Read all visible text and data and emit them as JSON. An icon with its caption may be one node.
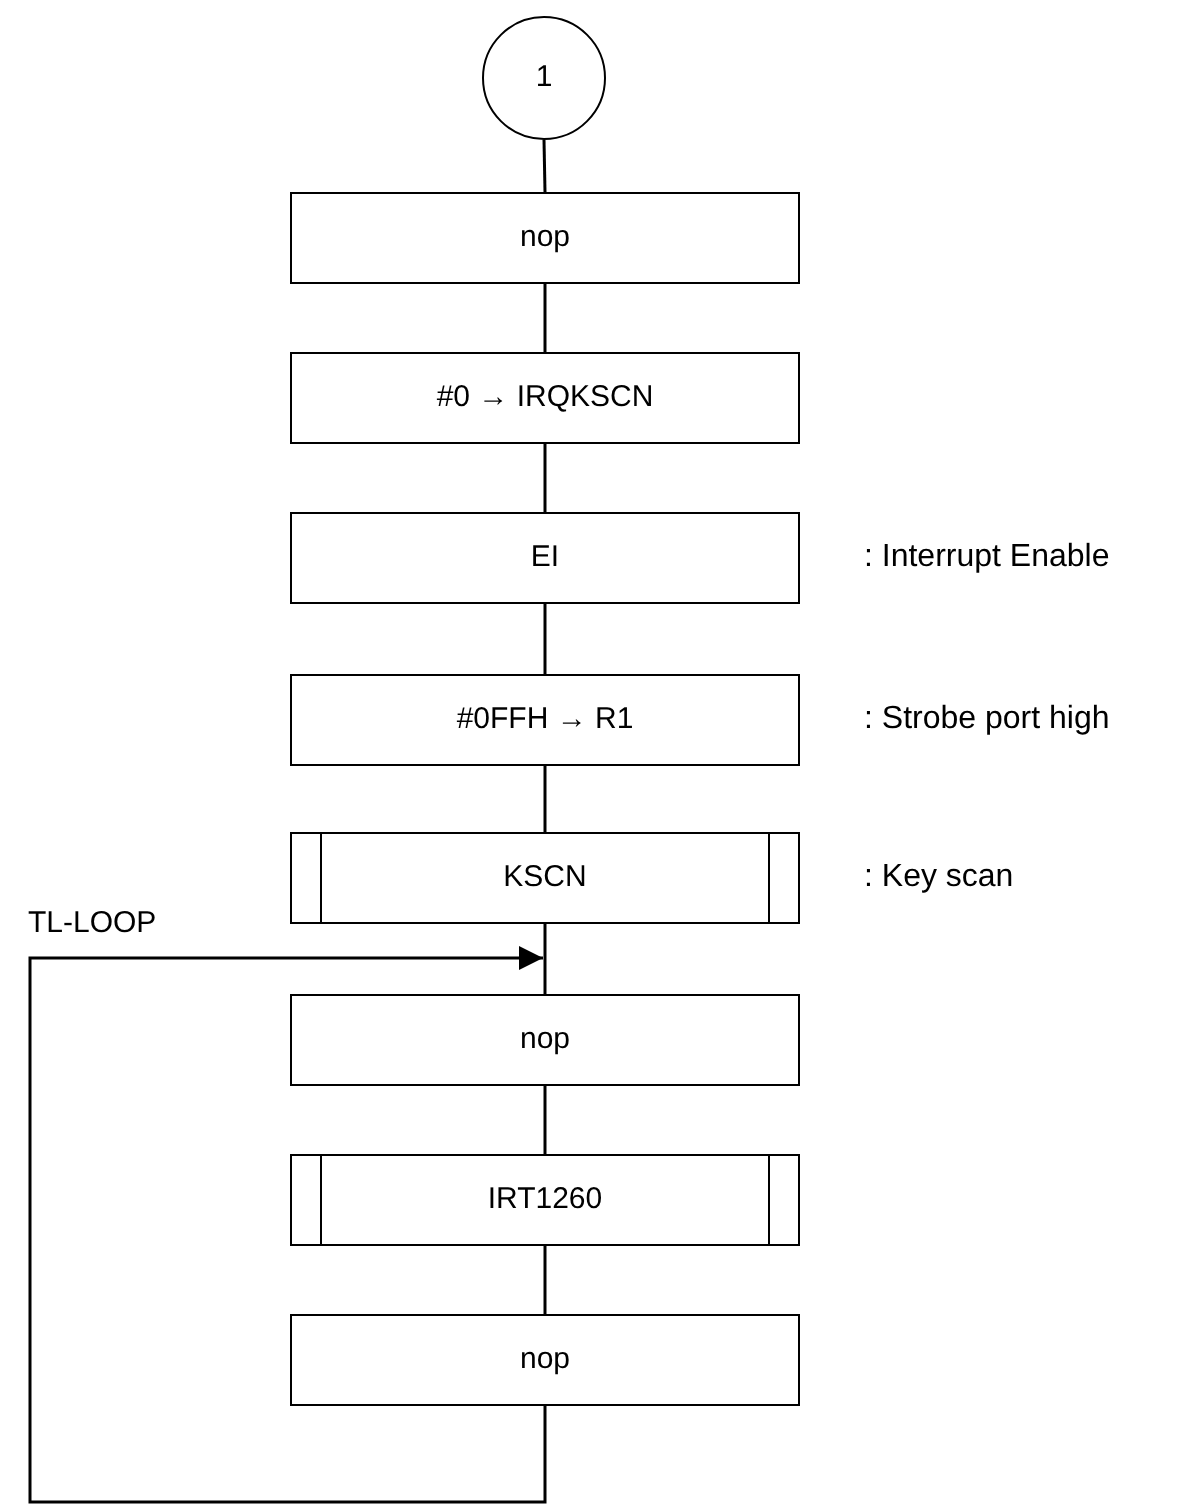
{
  "diagram": {
    "nodes": [
      {
        "text": [
          "1"
        ]
      },
      {
        "text": [
          "nop"
        ]
      },
      {
        "text": [
          "#0 → IRQKSCN"
        ]
      },
      {
        "text": [
          "EI"
        ],
        "beside": [
          ": Interrupt Enable"
        ]
      },
      {
        "text": [
          "#0FFH → R1"
        ],
        "beside": [
          ": Strobe port high"
        ]
      },
      {
        "text": [
          "KSCN"
        ],
        "beside": [
          ": Key scan"
        ]
      },
      {
        "text": [
          "nop"
        ]
      },
      {
        "text": [
          "IRT1260"
        ]
      },
      {
        "text": [
          "nop"
        ]
      }
    ],
    "edges": [
      {
        "from": 0,
        "to": 1,
        "arrow": "none"
      },
      {
        "from": 1,
        "to": 2,
        "arrow": "none"
      },
      {
        "from": 2,
        "to": 3,
        "arrow": "none"
      },
      {
        "from": 3,
        "to": 4,
        "arrow": "none"
      },
      {
        "from": 4,
        "to": 5,
        "arrow": "none"
      },
      {
        "from": 5,
        "to": 6,
        "arrow": "none"
      },
      {
        "from": 6,
        "to": 7,
        "arrow": "none"
      },
      {
        "from": 7,
        "to": 8,
        "arrow": "none"
      },
      {
        "from": 8,
        "to": 6,
        "arrow": "to",
        "label": "TL-LOOP"
      }
    ]
  }
}
